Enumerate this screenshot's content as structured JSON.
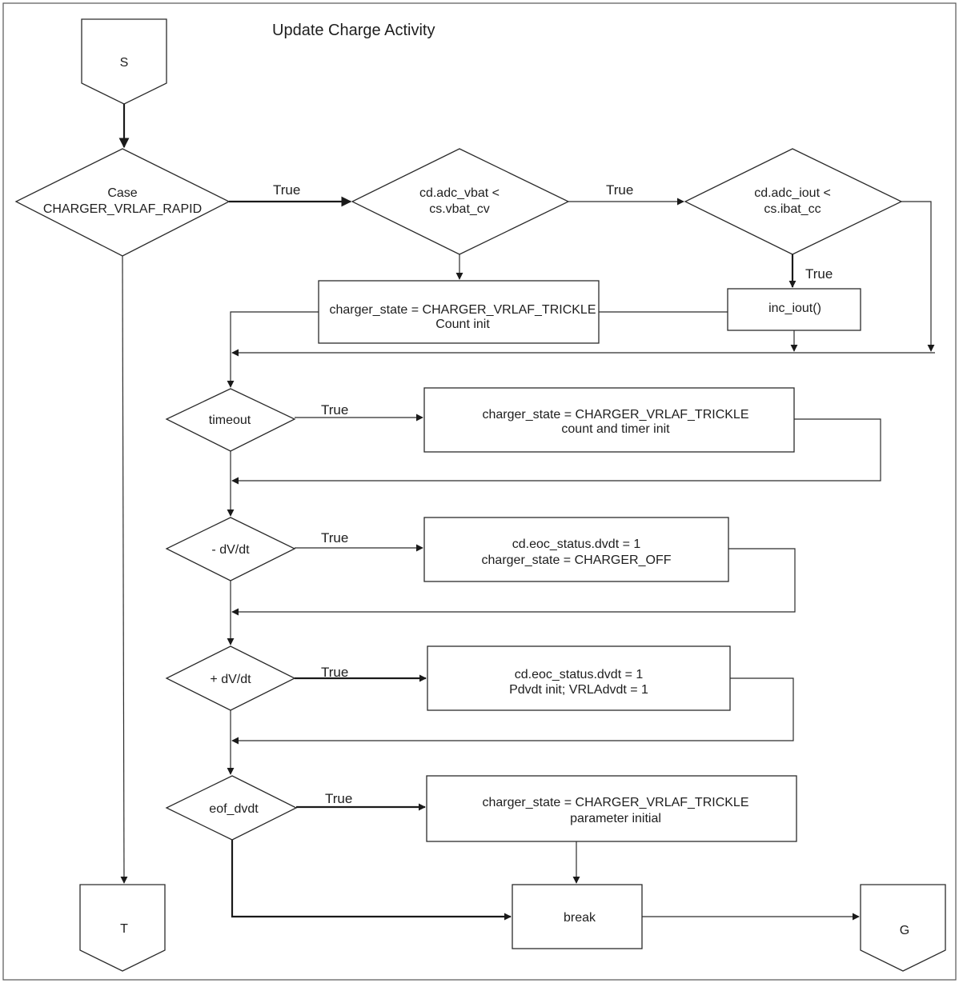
{
  "title": "Update Charge Activity",
  "connectors": {
    "start": "S",
    "end_t": "T",
    "end_g": "G"
  },
  "decisions": {
    "case_rapid": {
      "line1": "Case",
      "line2": "CHARGER_VRLAF_RAPID"
    },
    "vbat_check": {
      "line1": "cd.adc_vbat <",
      "line2": "cs.vbat_cv"
    },
    "iout_check": {
      "line1": "cd.adc_iout <",
      "line2": "cs.ibat_cc"
    },
    "timeout": "timeout",
    "neg_dvdt": "- dV/dt",
    "pos_dvdt": "+ dV/dt",
    "eof_dvdt": "eof_dvdt"
  },
  "actions": {
    "trickle_count": {
      "line1": "charger_state = CHARGER_VRLAF_TRICKLE",
      "line2": "Count init"
    },
    "inc_iout": "inc_iout()",
    "timeout_action": {
      "line1": "charger_state = CHARGER_VRLAF_TRICKLE",
      "line2": "count and timer init"
    },
    "neg_dvdt_action": {
      "line1": "cd.eoc_status.dvdt = 1",
      "line2": "charger_state = CHARGER_OFF"
    },
    "pos_dvdt_action": {
      "line1": "cd.eoc_status.dvdt = 1",
      "line2": "Pdvdt init; VRLAdvdt = 1"
    },
    "eof_action": {
      "line1": "charger_state = CHARGER_VRLAF_TRICKLE",
      "line2": "parameter initial"
    },
    "break": "break"
  },
  "edge_labels": {
    "case_true": "True",
    "vbat_true": "True",
    "iout_true": "True",
    "timeout_true": "True",
    "neg_true": "True",
    "pos_true": "True",
    "eof_true": "True"
  }
}
